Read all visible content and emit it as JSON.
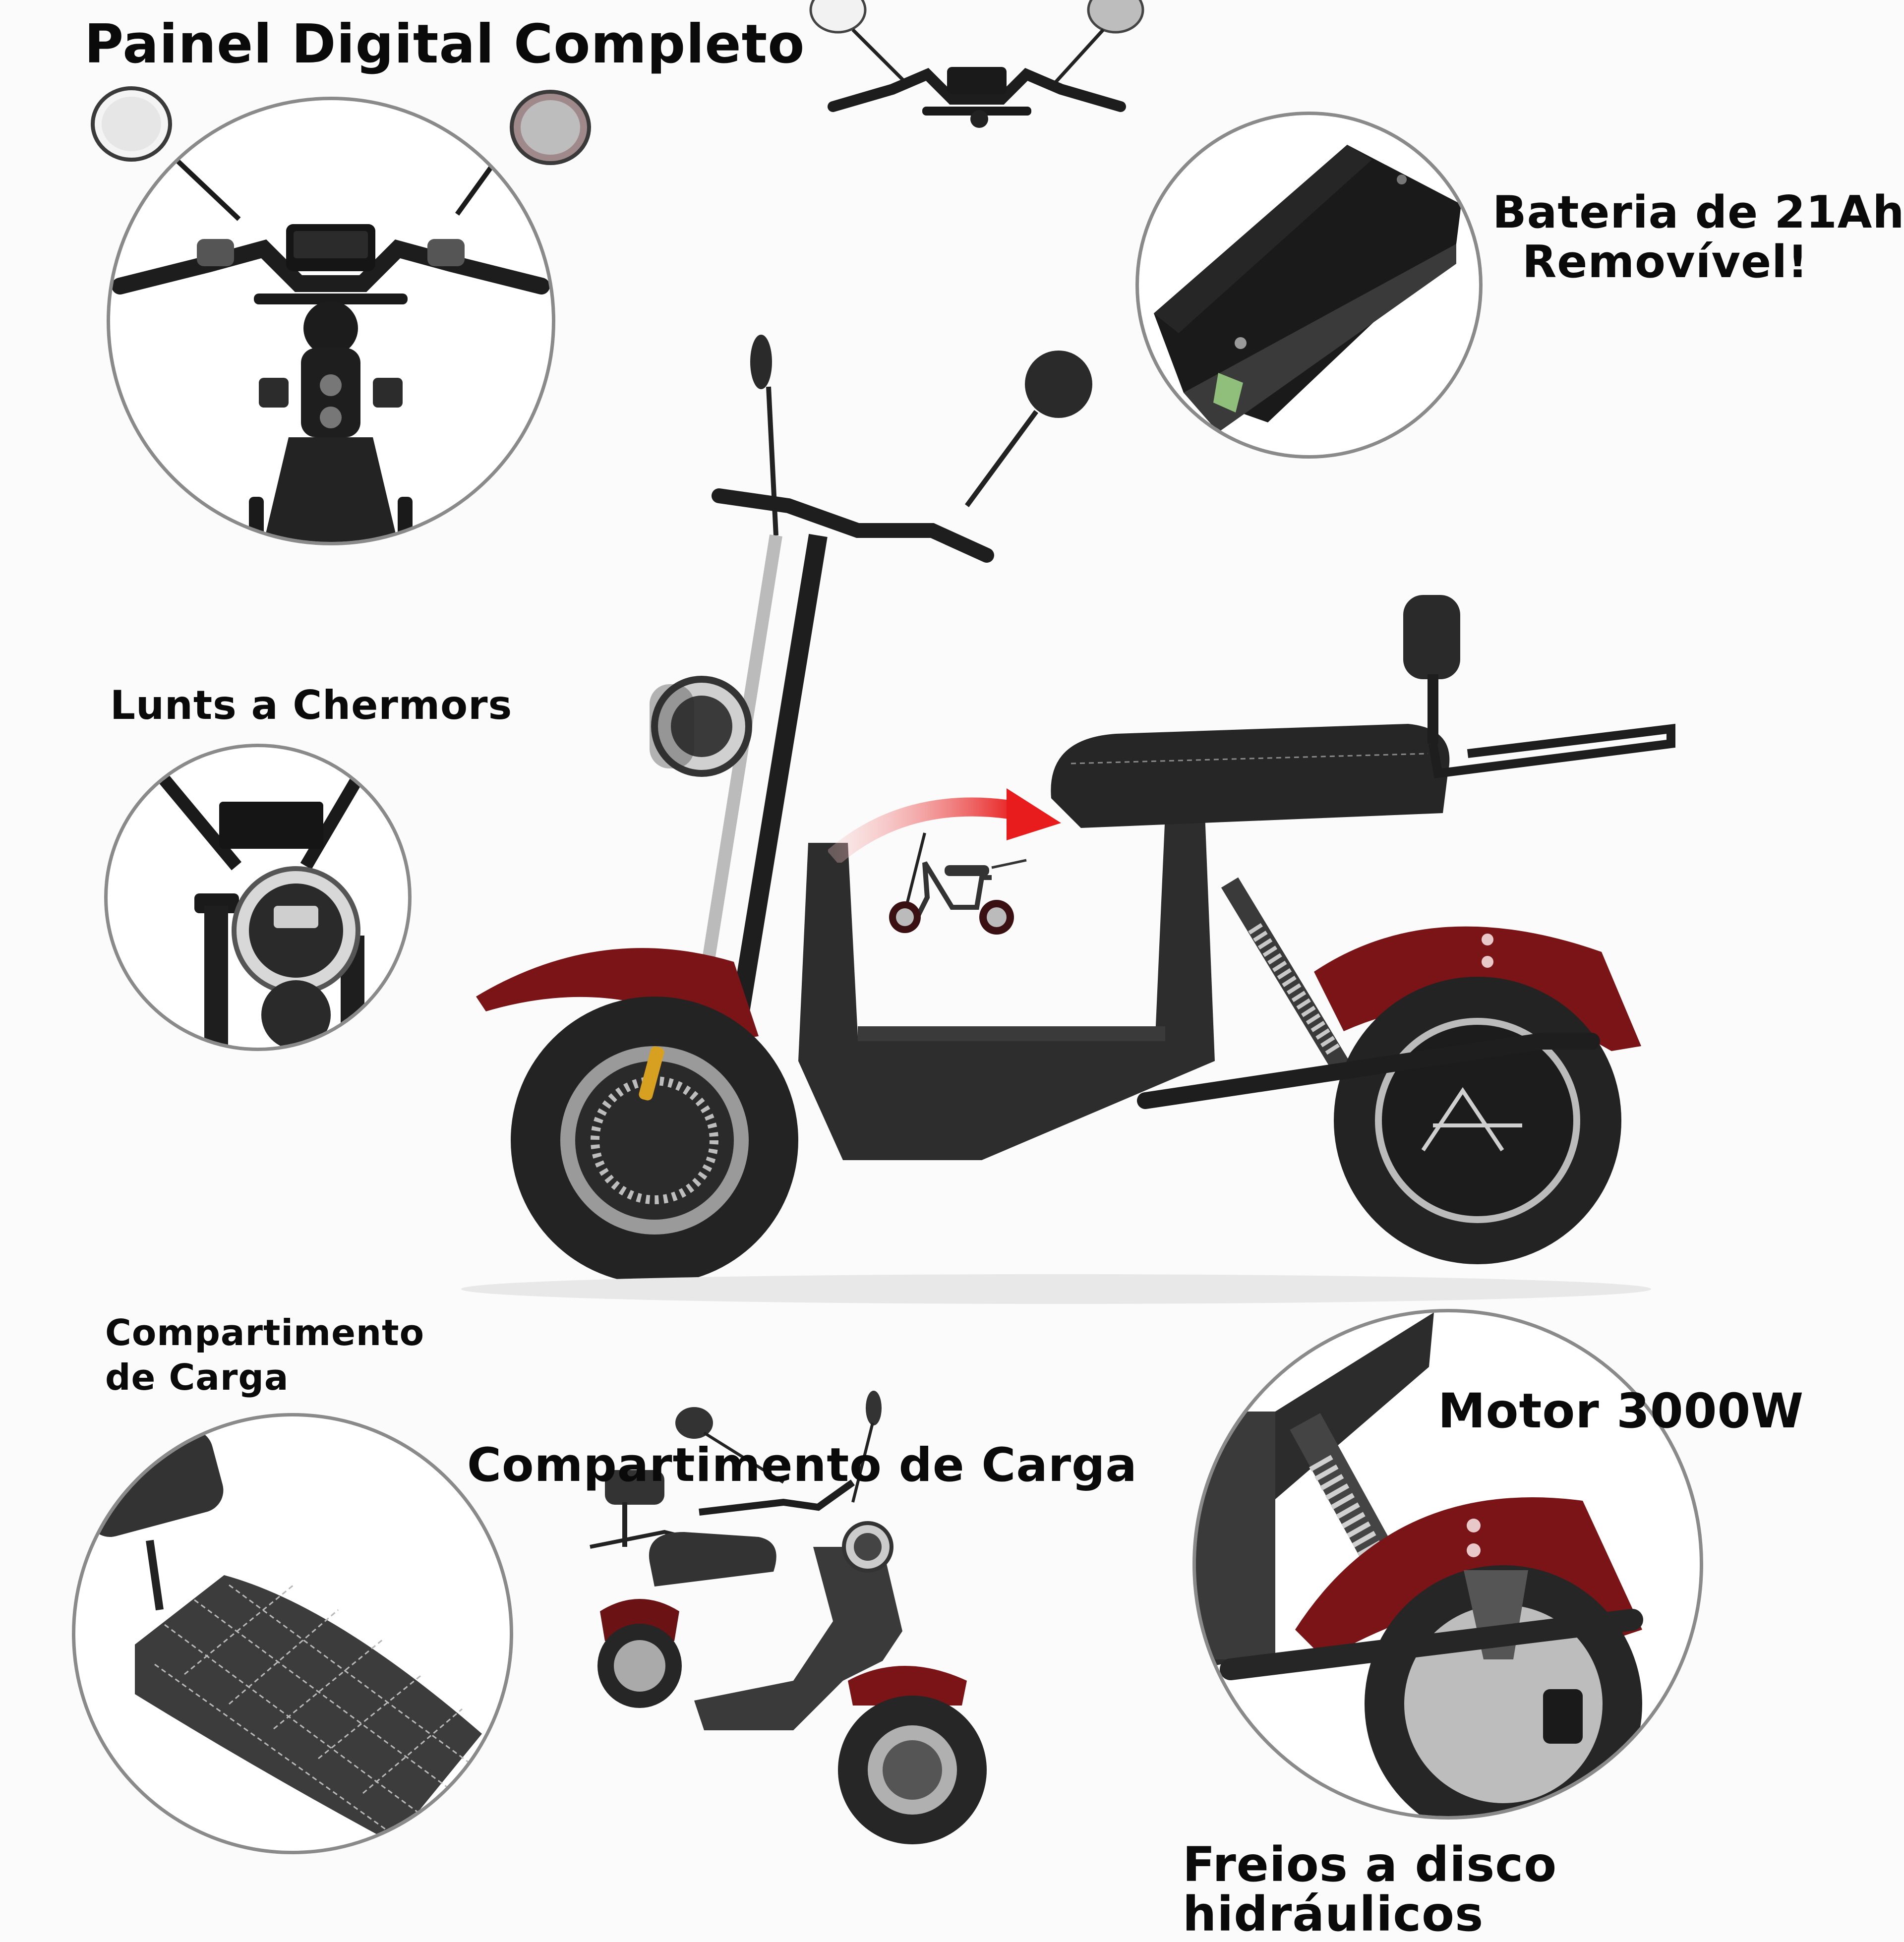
{
  "infographic": {
    "product": "electric scooter",
    "accent_colors": {
      "body_red": "#7a1416",
      "arrow_red": "#e81c1c",
      "frame_black": "#2a2a2a",
      "circle_border": "#8a8a8a",
      "background": "#fbfbfb"
    },
    "callouts": [
      {
        "id": "dashboard",
        "title": "Painel Digital Completo"
      },
      {
        "id": "battery",
        "line1": "Bateria de 21Ah",
        "line2": "Removível!"
      },
      {
        "id": "lights",
        "title": "Lunts a Chermors"
      },
      {
        "id": "cargo_small",
        "line1": "Compartimento",
        "line2": "de Carga"
      },
      {
        "id": "cargo_center",
        "title": "Compartimento de Carga"
      },
      {
        "id": "motor",
        "title": "Motor 3000W"
      },
      {
        "id": "brakes",
        "line1": "Freios a disco",
        "line2": "hidráulicos"
      }
    ]
  }
}
